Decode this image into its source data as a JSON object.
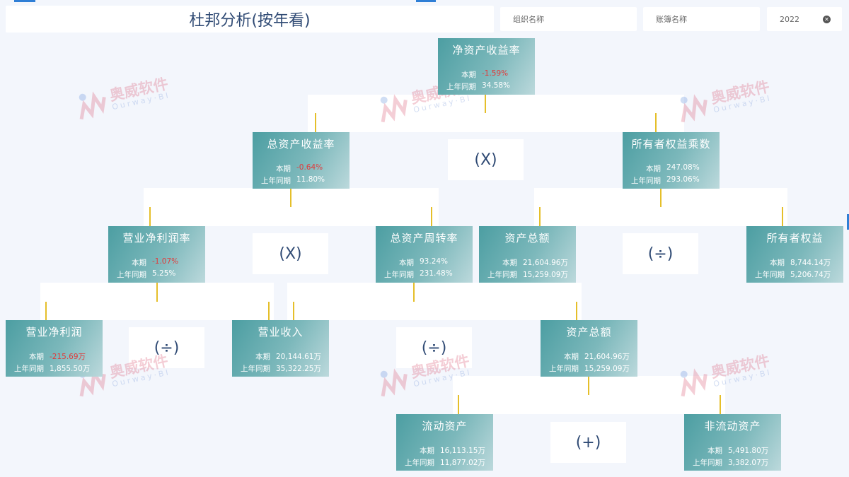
{
  "header": {
    "title": "杜邦分析(按年看)",
    "org_filter": "组织名称",
    "book_filter": "账簿名称",
    "year": "2022",
    "clear_icon": "close-circle-icon"
  },
  "labels": {
    "current": "本期",
    "last_year": "上年同期"
  },
  "operators": {
    "multiply": "(X)",
    "divide": "(÷)",
    "plus": "(+)"
  },
  "watermark": {
    "cn": "奥威软件",
    "en": "Ourway·BI"
  },
  "colors": {
    "card": "#5aa6a9",
    "negative": "#e03b3b",
    "title": "#2f4a74"
  },
  "cards": {
    "roe": {
      "title": "净资产收益率",
      "current": "-1.59%",
      "last": "34.58%",
      "current_negative": true
    },
    "roa": {
      "title": "总资产收益率",
      "current": "-0.64%",
      "last": "11.80%",
      "current_negative": true
    },
    "equity_multiplier": {
      "title": "所有者权益乘数",
      "current": "247.08%",
      "last": "293.06%"
    },
    "net_margin": {
      "title": "营业净利润率",
      "current": "-1.07%",
      "last": "5.25%",
      "current_negative": true
    },
    "asset_turnover": {
      "title": "总资产周转率",
      "current": "93.24%",
      "last": "231.48%"
    },
    "total_assets_a": {
      "title": "资产总额",
      "current": "21,604.96万",
      "last": "15,259.09万"
    },
    "owner_equity": {
      "title": "所有者权益",
      "current": "8,744.14万",
      "last": "5,206.74万"
    },
    "net_profit": {
      "title": "营业净利润",
      "current": "-215.69万",
      "last": "1,855.50万",
      "current_negative": true
    },
    "revenue": {
      "title": "营业收入",
      "current": "20,144.61万",
      "last": "35,322.25万"
    },
    "total_assets_b": {
      "title": "资产总额",
      "current": "21,604.96万",
      "last": "15,259.09万"
    },
    "current_assets": {
      "title": "流动资产",
      "current": "16,113.15万",
      "last": "11,877.02万"
    },
    "noncurrent_assets": {
      "title": "非流动资产",
      "current": "5,491.80万",
      "last": "3,382.07万"
    }
  }
}
